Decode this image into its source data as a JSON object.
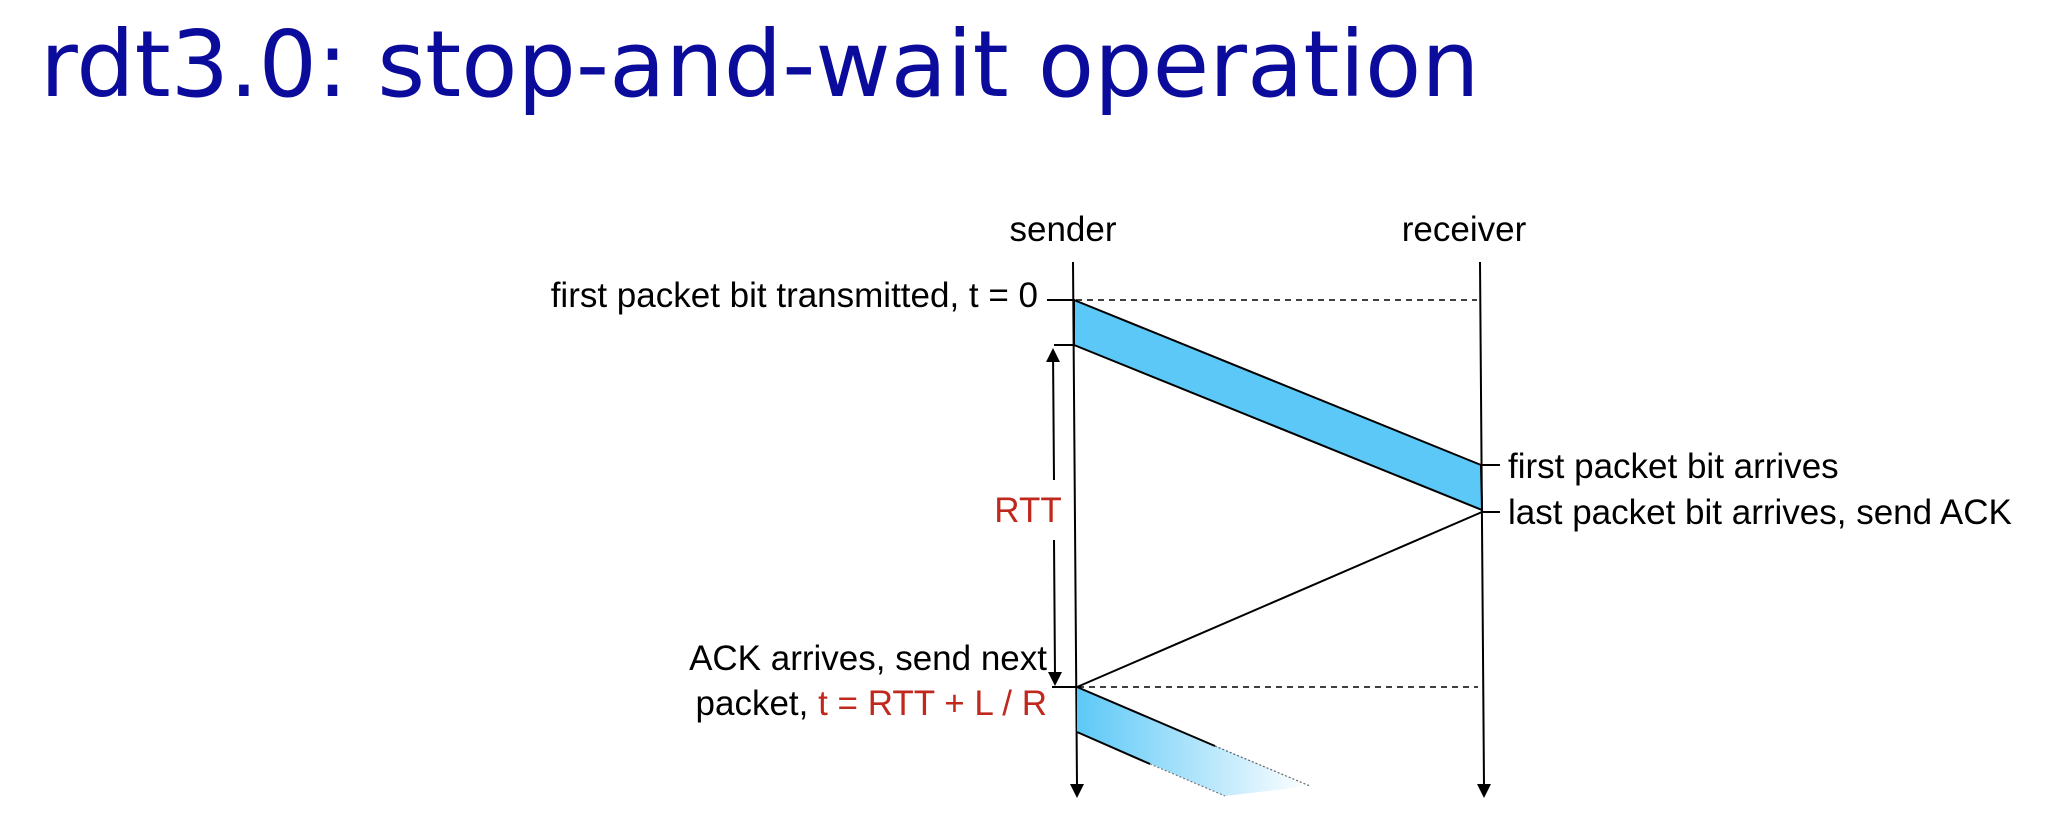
{
  "title": "rdt3.0: stop-and-wait operation",
  "diagram": {
    "sender_label": "sender",
    "receiver_label": "receiver",
    "first_bit_transmitted": "first packet bit transmitted, t = 0",
    "first_bit_arrives": "first packet bit arrives",
    "last_bit_arrives": "last packet bit arrives, send ACK",
    "rtt_label": "RTT",
    "ack_arrives_line1": "ACK arrives, send next",
    "ack_arrives_line2_prefix": "packet, ",
    "ack_arrives_line2_formula": "t = RTT + L / R"
  },
  "colors": {
    "title": "#0c0c9c",
    "packet_fill": "#5bc8f7",
    "highlight": "#c0281e",
    "line": "#000000"
  }
}
